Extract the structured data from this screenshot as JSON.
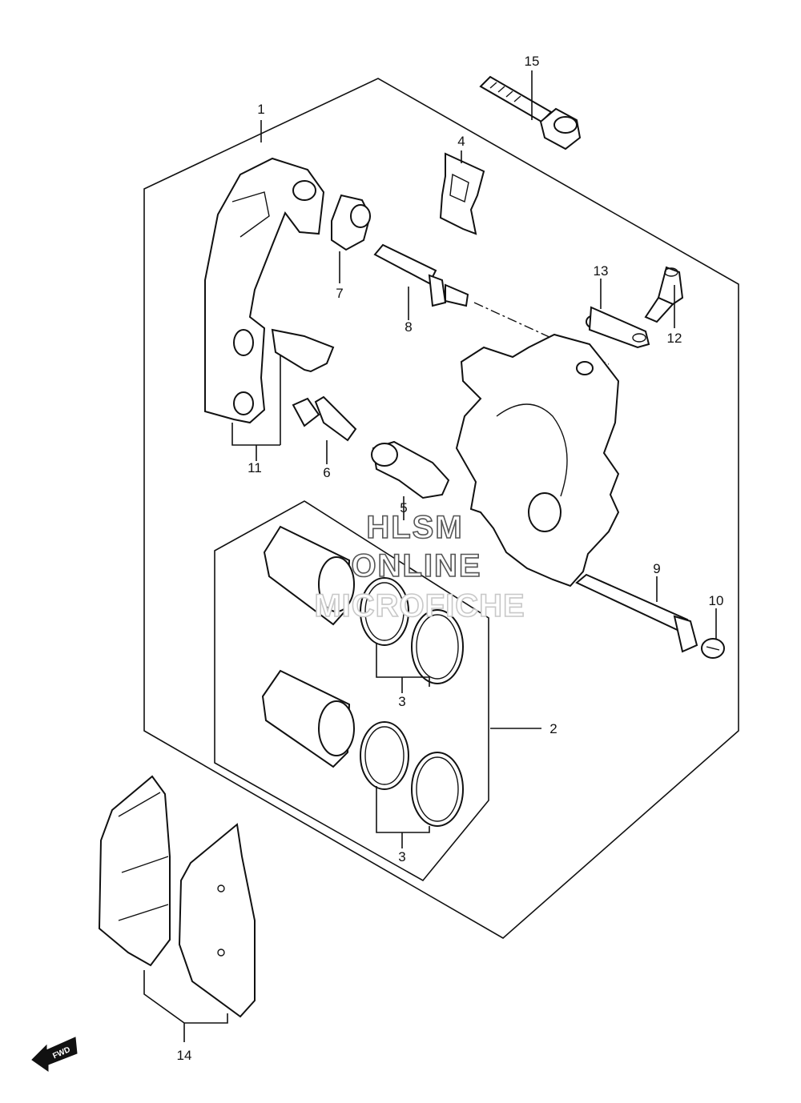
{
  "labels": {
    "p1": "1",
    "p2": "2",
    "p3a": "3",
    "p3b": "3",
    "p4": "4",
    "p5": "5",
    "p6": "6",
    "p7": "7",
    "p8": "8",
    "p9": "9",
    "p10": "10",
    "p11": "11",
    "p12": "12",
    "p13": "13",
    "p14": "14",
    "p15": "15"
  },
  "watermark": {
    "line1": "HLSM",
    "line2": "ONLINE",
    "line3": "MICROFICHE"
  },
  "fwd_arrow": "FWD"
}
